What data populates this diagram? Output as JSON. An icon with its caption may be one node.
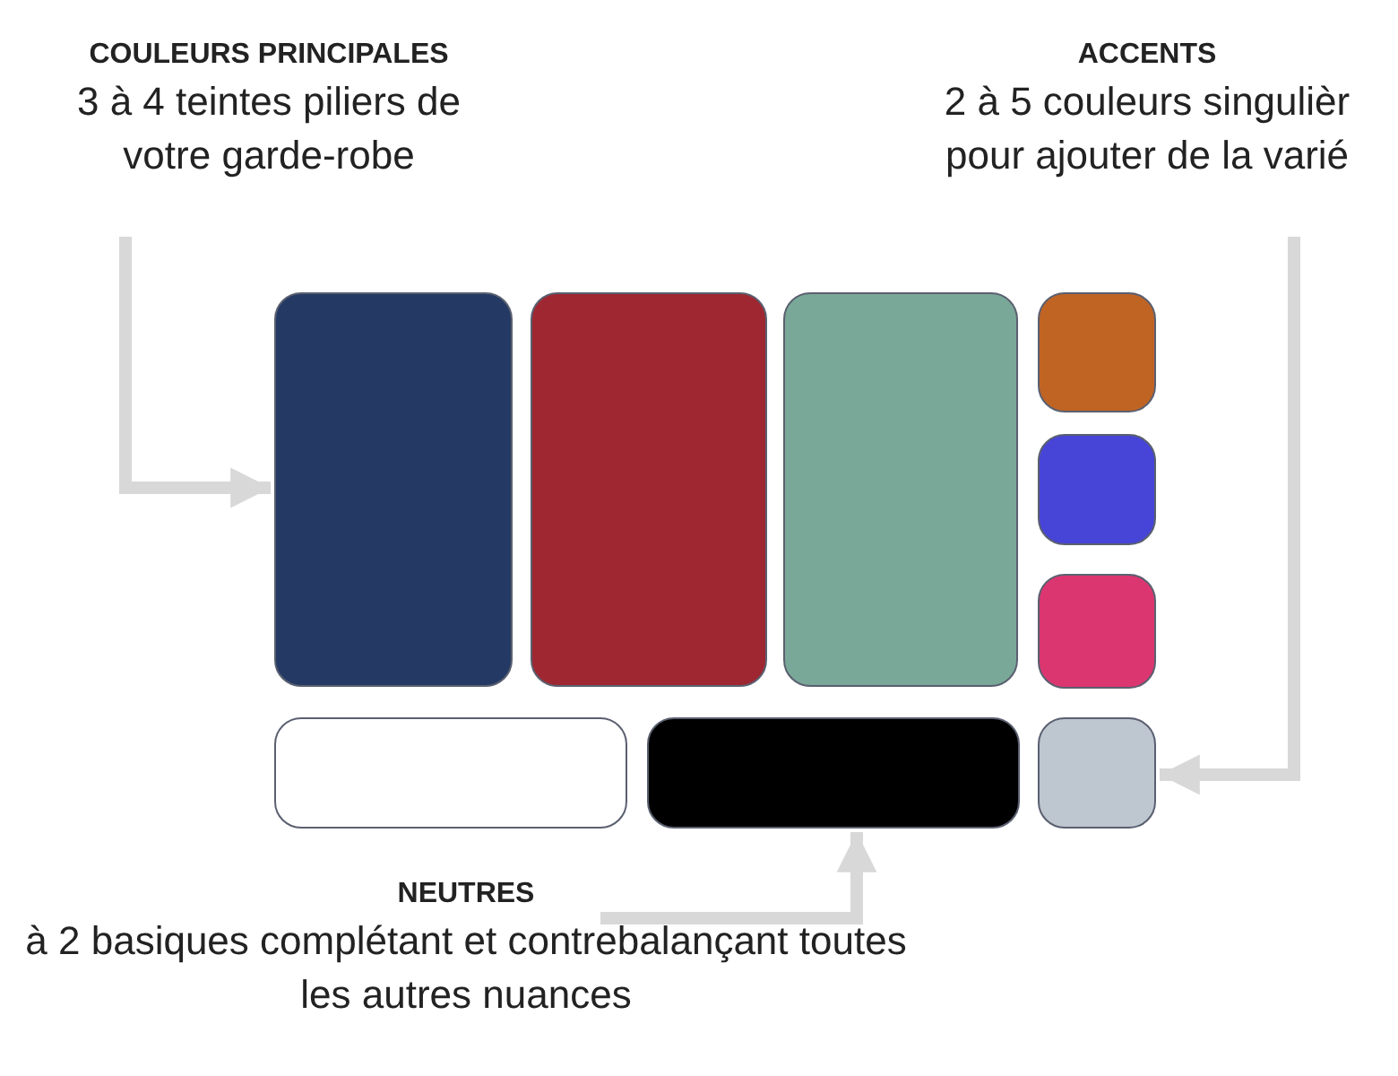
{
  "diagram": {
    "nodes": [
      {
        "text": [
          "COULEURS PRINCIPALES",
          "3 à 4 teintes piliers de votre garde-robe"
        ]
      },
      {
        "text": [
          "ACCENTS",
          "2 à 5 couleurs singulièr pour ajouter de la varié"
        ]
      },
      {
        "text": [],
        "shape": "box"
      },
      {
        "text": [],
        "shape": "box"
      },
      {
        "text": [],
        "shape": "box"
      },
      {
        "text": [],
        "shape": "box"
      },
      {
        "text": [],
        "shape": "box"
      },
      {
        "text": [],
        "shape": "box"
      },
      {
        "text": [],
        "shape": "box"
      },
      {
        "text": [],
        "shape": "box"
      },
      {
        "text": [],
        "shape": "box"
      },
      {
        "text": [
          "NEUTRES",
          "à 2 basiques complétant et contrebalançant toutes les autres nuances"
        ]
      }
    ],
    "edges": [
      {
        "from": 0,
        "to": 2,
        "arrow": "to"
      },
      {
        "from": 1,
        "to": 10,
        "arrow": "to"
      },
      {
        "from": 11,
        "to": 9,
        "arrow": "to"
      }
    ]
  }
}
